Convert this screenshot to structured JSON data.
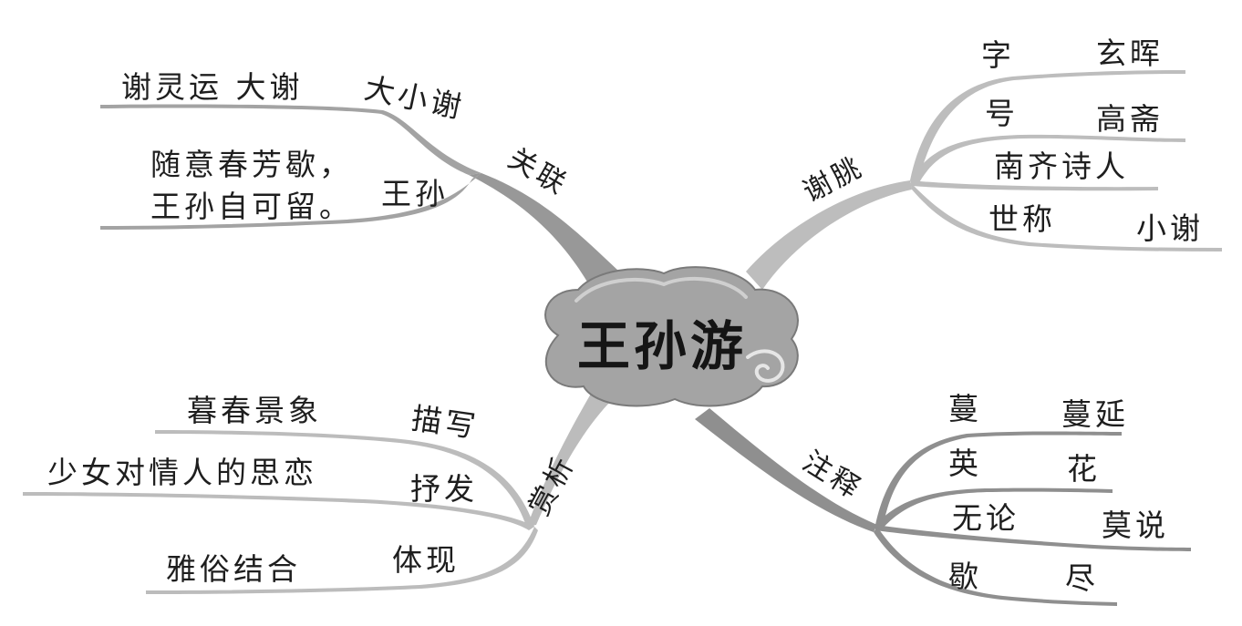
{
  "center": {
    "title": "王孙游",
    "fill": "#a4a4a4"
  },
  "branches": {
    "guanlian": {
      "label": "关联",
      "items": {
        "a": {
          "key": "大小谢",
          "value": "谢灵运  大谢"
        },
        "b": {
          "key": "王孙",
          "value_line1": "随意春芳歇，",
          "value_line2": "王孙自可留。"
        }
      }
    },
    "xietiao": {
      "label": "谢朓",
      "items": {
        "a": {
          "key": "字",
          "value": "玄晖"
        },
        "b": {
          "key": "号",
          "value": "高斋"
        },
        "c": {
          "key": "南齐诗人",
          "value": ""
        },
        "d": {
          "key": "世称",
          "value": "小谢"
        }
      }
    },
    "shangxi": {
      "label": "赏析",
      "items": {
        "a": {
          "key": "描写",
          "value": "暮春景象"
        },
        "b": {
          "key": "抒发",
          "value": "少女对情人的思恋"
        },
        "c": {
          "key": "体现",
          "value": "雅俗结合"
        }
      }
    },
    "zhushi": {
      "label": "注释",
      "items": {
        "a": {
          "key": "蔓",
          "value": "蔓延"
        },
        "b": {
          "key": "英",
          "value": "花"
        },
        "c": {
          "key": "无论",
          "value": "莫说"
        },
        "d": {
          "key": "歇",
          "value": "尽"
        }
      }
    }
  },
  "colors": {
    "text": "#1e1e1e",
    "branch_dark": "#8e8e8e",
    "branch_light": "#bdbdbd",
    "cloud": "#a4a4a4"
  }
}
